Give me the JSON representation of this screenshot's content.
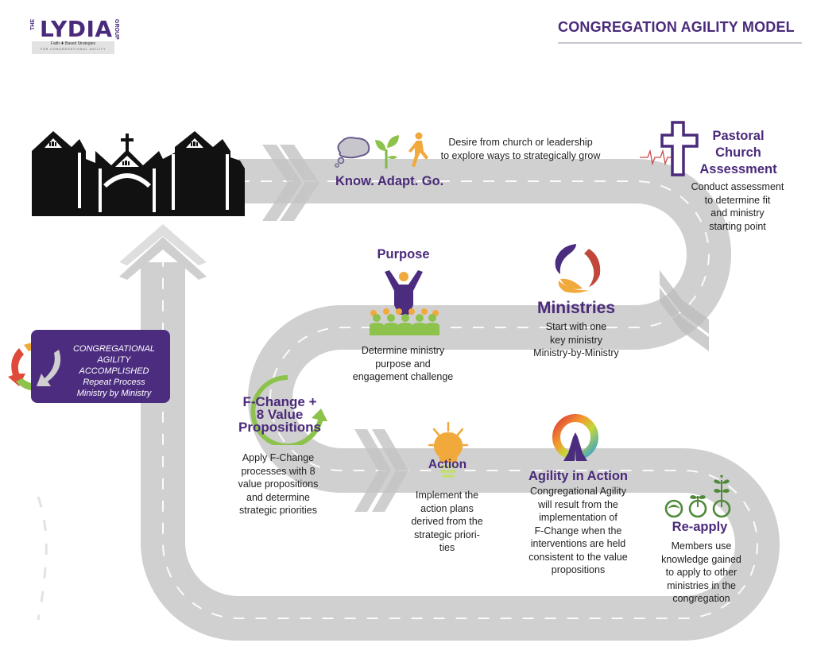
{
  "header": {
    "title": "CONGREGATION AGILITY MODEL"
  },
  "logo": {
    "prefix": "THE",
    "name": "LYDIA",
    "suffix": "GROUP",
    "tagline_line1": "Faith ✚ Based Strategies",
    "tagline_line2": "FOR CONGREGATIONAL AGILITY"
  },
  "colors": {
    "brand_purple": "#4a2a7a",
    "road_gray": "#cfcfcf",
    "green": "#8dc24c",
    "orange": "#f2a93b"
  },
  "steps": {
    "start": {
      "icon_names": [
        "thought-bubble-icon",
        "sprout-icon",
        "walking-person-icon"
      ],
      "title": "Know. Adapt. Go.",
      "desc_lines": [
        "Desire from church or leadership",
        "to explore ways to strategically grow"
      ]
    },
    "assessment": {
      "icon": "cross-heartbeat-icon",
      "title_lines": [
        "Pastoral",
        "Church",
        "Assessment"
      ],
      "desc_lines": [
        "Conduct assessment",
        "to determine fit",
        "and ministry",
        "starting point"
      ]
    },
    "ministries": {
      "icon": "three-arcs-icon",
      "title": "Ministries",
      "desc_lines": [
        "Start with one",
        "key ministry",
        "Ministry-by-Ministry"
      ]
    },
    "purpose": {
      "icon": "leader-with-group-icon",
      "title": "Purpose",
      "desc_lines": [
        "Determine ministry",
        "purpose and",
        "engagement challenge"
      ]
    },
    "fchange": {
      "icon": "circular-arrow-icon",
      "title_lines": [
        "F-Change +",
        "8 Value",
        "Propositions"
      ],
      "desc_lines": [
        "Apply F-Change",
        "processes with 8",
        "value propositions",
        "and determine",
        "strategic priorities"
      ]
    },
    "action": {
      "icon": "lightbulb-icon",
      "title": "Action",
      "desc_lines": [
        "Implement the",
        "action plans",
        "derived from the",
        "strategic priori-",
        "ties"
      ]
    },
    "agility": {
      "icon": "praying-hands-icon",
      "title": "Agility in Action",
      "desc_lines": [
        "Congregational Agility",
        "will result from the",
        "implementation of",
        "F-Change when the",
        "interventions are held",
        "consistent to the value",
        "propositions"
      ]
    },
    "reapply": {
      "icon": "growing-plants-icon",
      "title": "Re-apply",
      "desc_lines": [
        "Members use",
        "knowledge gained",
        "to apply to other",
        "ministries in the",
        "congregation"
      ]
    }
  },
  "cycle_box": {
    "lines": [
      "CONGREGATIONAL",
      "AGILITY ACCOMPLISHED",
      "Repeat Process",
      "Ministry by Ministry"
    ]
  }
}
